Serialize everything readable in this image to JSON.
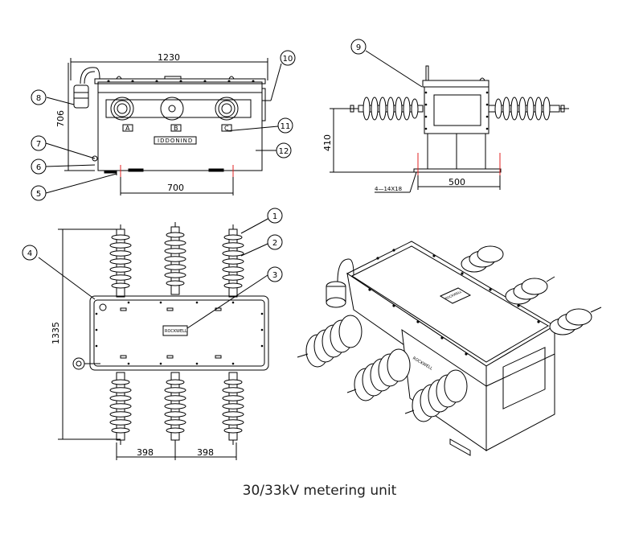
{
  "caption": "30/33kV metering unit",
  "front_view": {
    "dimensions": {
      "width": "1230",
      "height": "706",
      "base": "700"
    },
    "phase_labels": [
      "A",
      "B",
      "C"
    ],
    "nameplate_text": "IDDONIND",
    "item_numbers": [
      "10",
      "8",
      "7",
      "6",
      "5",
      "11",
      "12"
    ]
  },
  "side_view": {
    "dimensions": {
      "height": "410",
      "width": "500",
      "holes": "4—14X18"
    },
    "item_numbers": [
      "9"
    ]
  },
  "top_view": {
    "dimensions": {
      "length": "1335",
      "spacing_left": "398",
      "spacing_right": "398"
    },
    "nameplate_text": "ROCKWELL",
    "item_numbers": [
      "1",
      "2",
      "3",
      "4"
    ]
  },
  "iso_view": {
    "nameplate_text": "ROCKWELL",
    "side_text": "ROCKWELL"
  }
}
